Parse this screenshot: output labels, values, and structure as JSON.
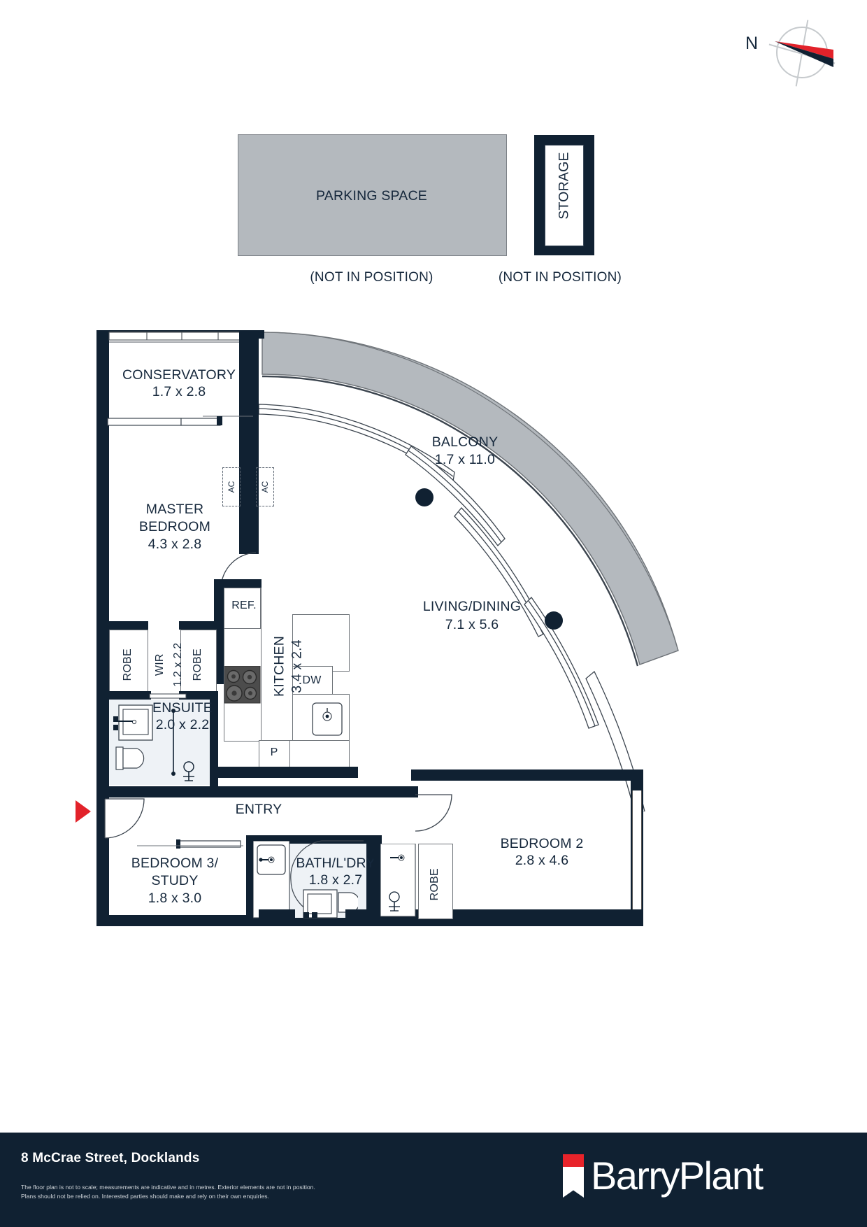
{
  "compass": {
    "north_label": "N",
    "icon": "compass-north-icon"
  },
  "exterior": {
    "parking": {
      "label": "PARKING SPACE",
      "note": "(NOT IN POSITION)"
    },
    "storage": {
      "label": "STORAGE",
      "note": "(NOT IN POSITION)"
    }
  },
  "rooms": [
    {
      "id": "conservatory",
      "name": "CONSERVATORY",
      "dimensions": "1.7 x 2.8"
    },
    {
      "id": "master",
      "name": "MASTER\nBEDROOM",
      "dimensions": "4.3 x 2.8"
    },
    {
      "id": "wir",
      "name": "WIR",
      "dimensions": "1.2 x 2.2"
    },
    {
      "id": "robe-left",
      "name": "ROBE",
      "dimensions": ""
    },
    {
      "id": "robe-right",
      "name": "ROBE",
      "dimensions": ""
    },
    {
      "id": "ensuite",
      "name": "ENSUITE",
      "dimensions": "2.0 x 2.2"
    },
    {
      "id": "kitchen",
      "name": "KITCHEN",
      "dimensions": "3.4 x 2.4"
    },
    {
      "id": "living",
      "name": "LIVING/DINING",
      "dimensions": "7.1 x 5.6"
    },
    {
      "id": "balcony",
      "name": "BALCONY",
      "dimensions": "1.7 x 11.0"
    },
    {
      "id": "entry",
      "name": "ENTRY",
      "dimensions": ""
    },
    {
      "id": "bedroom3",
      "name": "BEDROOM 3/\nSTUDY",
      "dimensions": "1.8 x 3.0"
    },
    {
      "id": "bath",
      "name": "BATH/L'DRY",
      "dimensions": "1.8 x 2.7"
    },
    {
      "id": "bedroom2",
      "name": "BEDROOM 2",
      "dimensions": "2.8 x 4.6"
    },
    {
      "id": "robe-bed2",
      "name": "ROBE",
      "dimensions": ""
    }
  ],
  "appliances": {
    "fridge": "REF.",
    "dishwasher": "DW",
    "pantry": "P",
    "ac_left": "AC",
    "ac_right": "AC"
  },
  "footer": {
    "address": "8 McCrae Street, Docklands",
    "disclaimer_line1": "The floor plan is not to scale; measurements are indicative and in metres. Exterior elements are not in position.",
    "disclaimer_line2": "Plans should not be relied on. Interested parties should make and rely on their own enquiries.",
    "brand": "BarryPlant"
  },
  "colors": {
    "wall": "#102132",
    "shade": "#b4b9be",
    "accent_red": "#e8232a",
    "text": "#16283c",
    "footer_bg": "#102132"
  }
}
